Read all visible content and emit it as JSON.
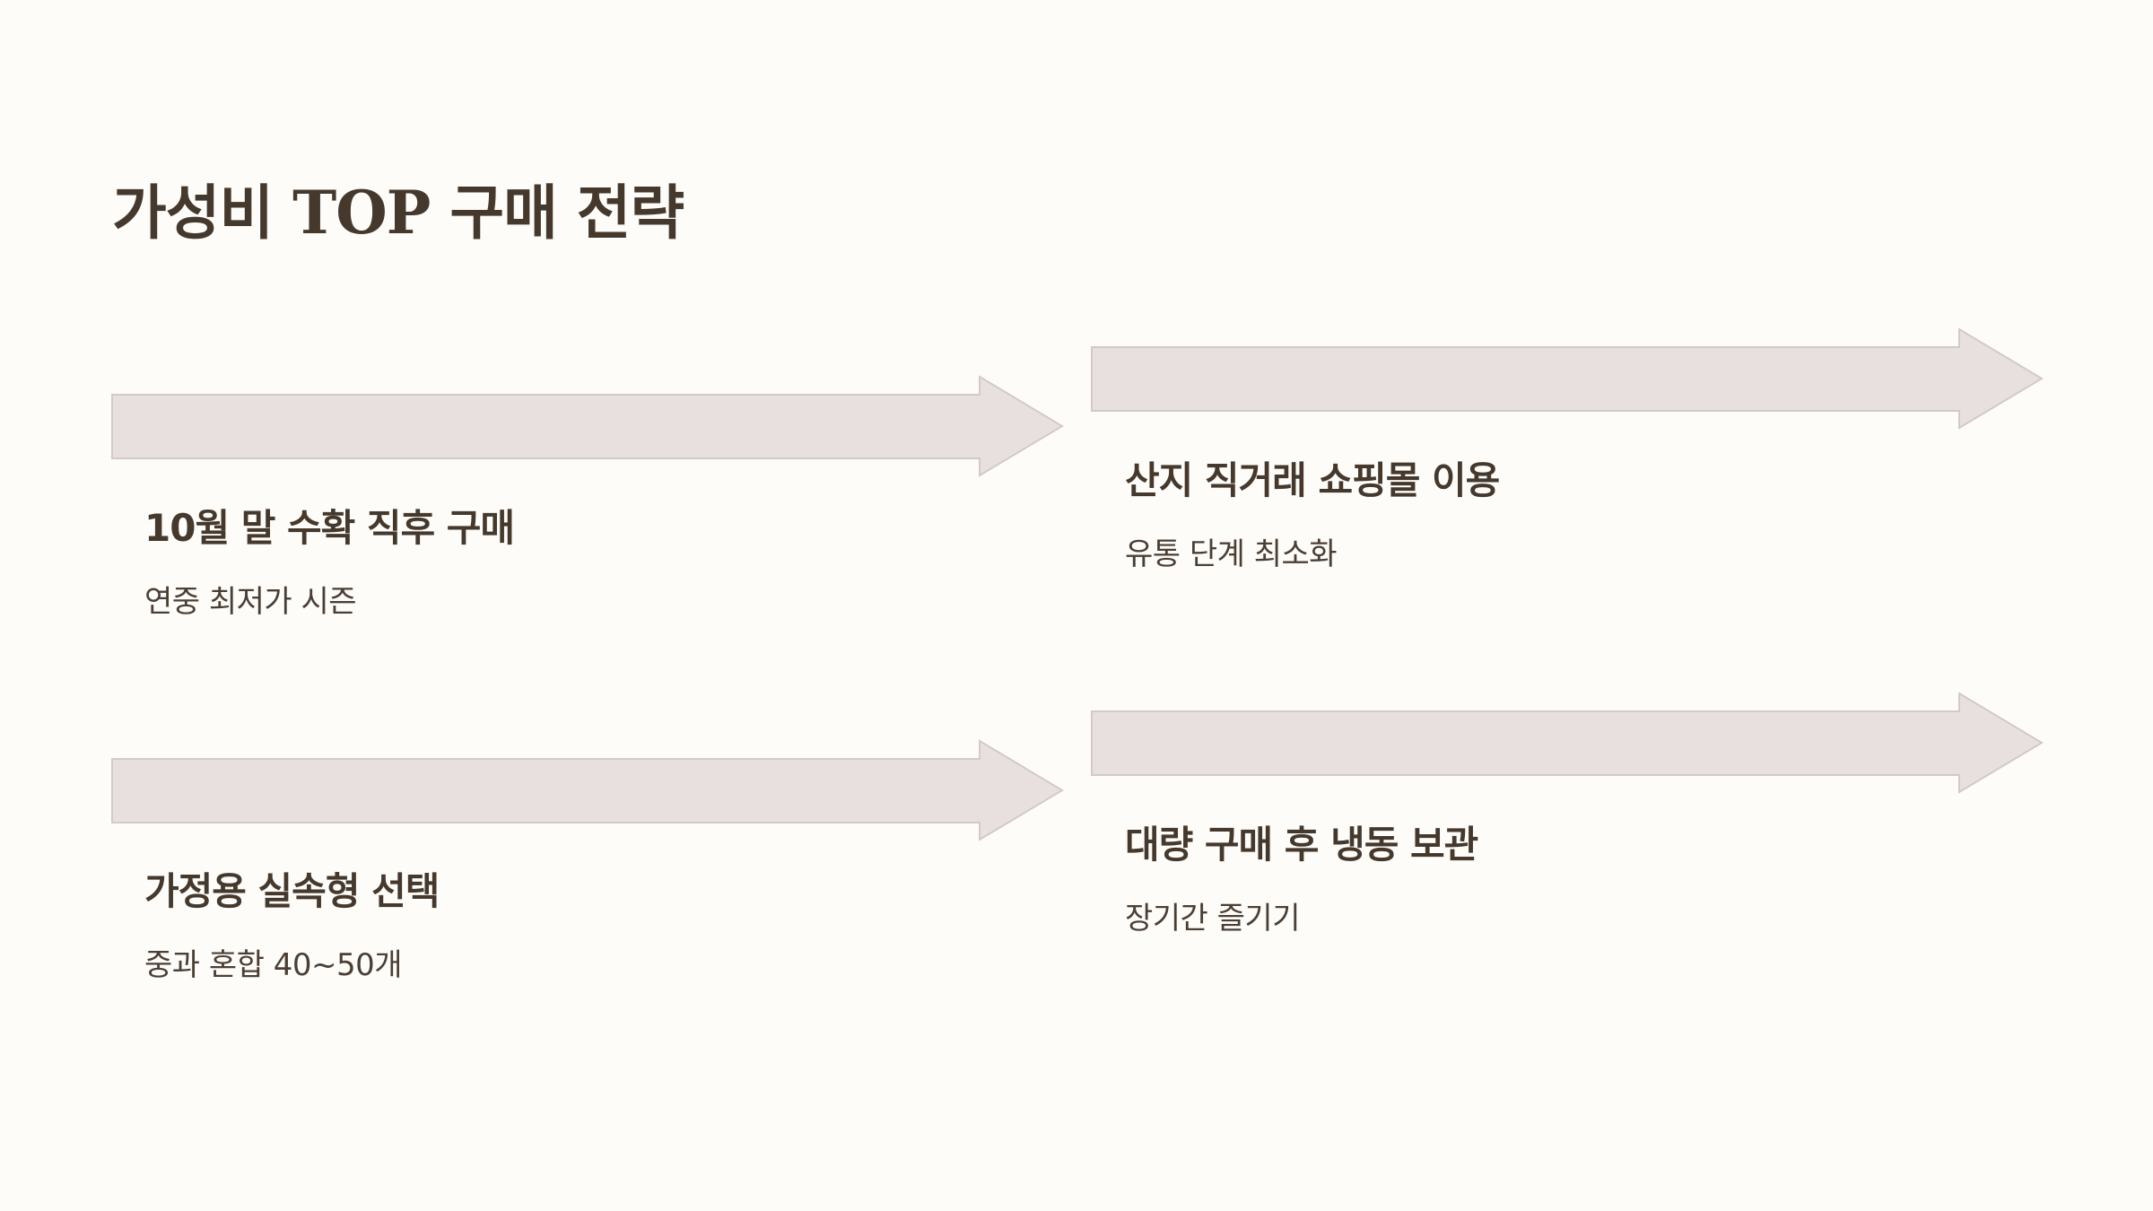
{
  "title": "가성비 TOP 구매 전략",
  "colors": {
    "background": "#fefcf9",
    "arrow_fill": "#e8e0df",
    "arrow_stroke": "#d3c9c7",
    "text": "#45392e"
  },
  "steps": [
    {
      "title": "10월 말 수확 직후 구매",
      "desc": "연중 최저가 시즌"
    },
    {
      "title": "산지 직거래 쇼핑몰 이용",
      "desc": "유통 단계 최소화"
    },
    {
      "title": "가정용 실속형 선택",
      "desc": "중과 혼합 40~50개"
    },
    {
      "title": "대량 구매 후 냉동 보관",
      "desc": "장기간 즐기기"
    }
  ]
}
